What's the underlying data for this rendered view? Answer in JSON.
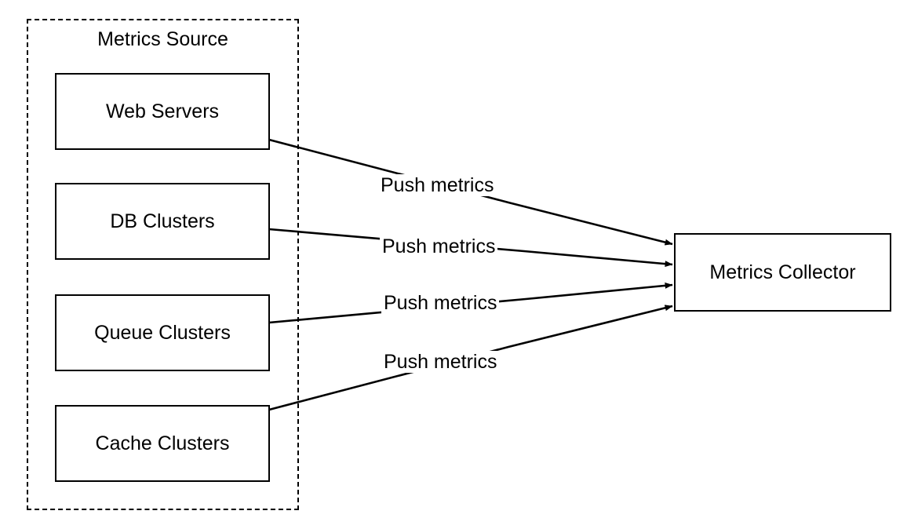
{
  "diagram": {
    "title": "Metrics Source",
    "group": {
      "label": "Metrics Source",
      "style": "dashed-border"
    },
    "sources": [
      {
        "id": "web-servers",
        "label": "Web Servers"
      },
      {
        "id": "db-clusters",
        "label": "DB Clusters"
      },
      {
        "id": "queue-clusters",
        "label": "Queue Clusters"
      },
      {
        "id": "cache-clusters",
        "label": "Cache Clusters"
      }
    ],
    "target": {
      "id": "metrics-collector",
      "label": "Metrics Collector"
    },
    "edges": [
      {
        "from": "web-servers",
        "to": "metrics-collector",
        "label": "Push metrics"
      },
      {
        "from": "db-clusters",
        "to": "metrics-collector",
        "label": "Push metrics"
      },
      {
        "from": "queue-clusters",
        "to": "metrics-collector",
        "label": "Push metrics"
      },
      {
        "from": "cache-clusters",
        "to": "metrics-collector",
        "label": "Push metrics"
      }
    ],
    "colors": {
      "stroke": "#000000",
      "fill": "#ffffff",
      "text": "#000000"
    }
  }
}
